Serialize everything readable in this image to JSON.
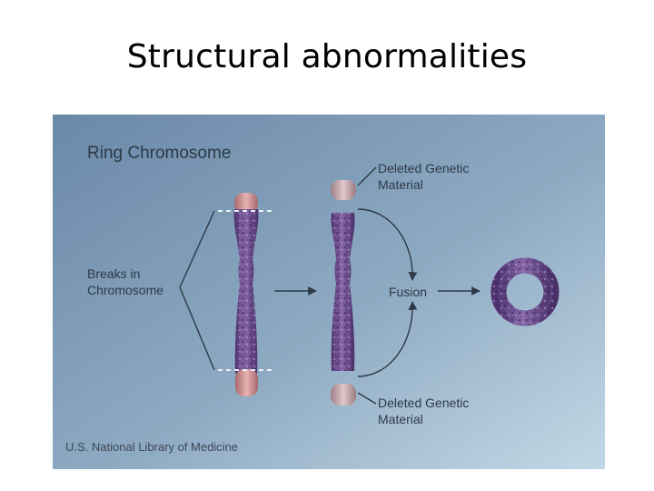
{
  "slide": {
    "title": "Structural abnormalities"
  },
  "figure": {
    "heading": "Ring Chromosome",
    "labels": {
      "breaks": [
        "Breaks in",
        "Chromosome"
      ],
      "deleted_top": [
        "Deleted Genetic",
        "Material"
      ],
      "deleted_bottom": [
        "Deleted Genetic",
        "Material"
      ],
      "fusion": "Fusion"
    },
    "credit": "U.S. National Library of Medicine",
    "colors": {
      "chromosome": "#6f4d92",
      "telomere": "#d89898",
      "deleted_fragment": "#c9a9ad",
      "background_top": "#6e8cab",
      "background_bottom": "#c1d6e3"
    }
  }
}
